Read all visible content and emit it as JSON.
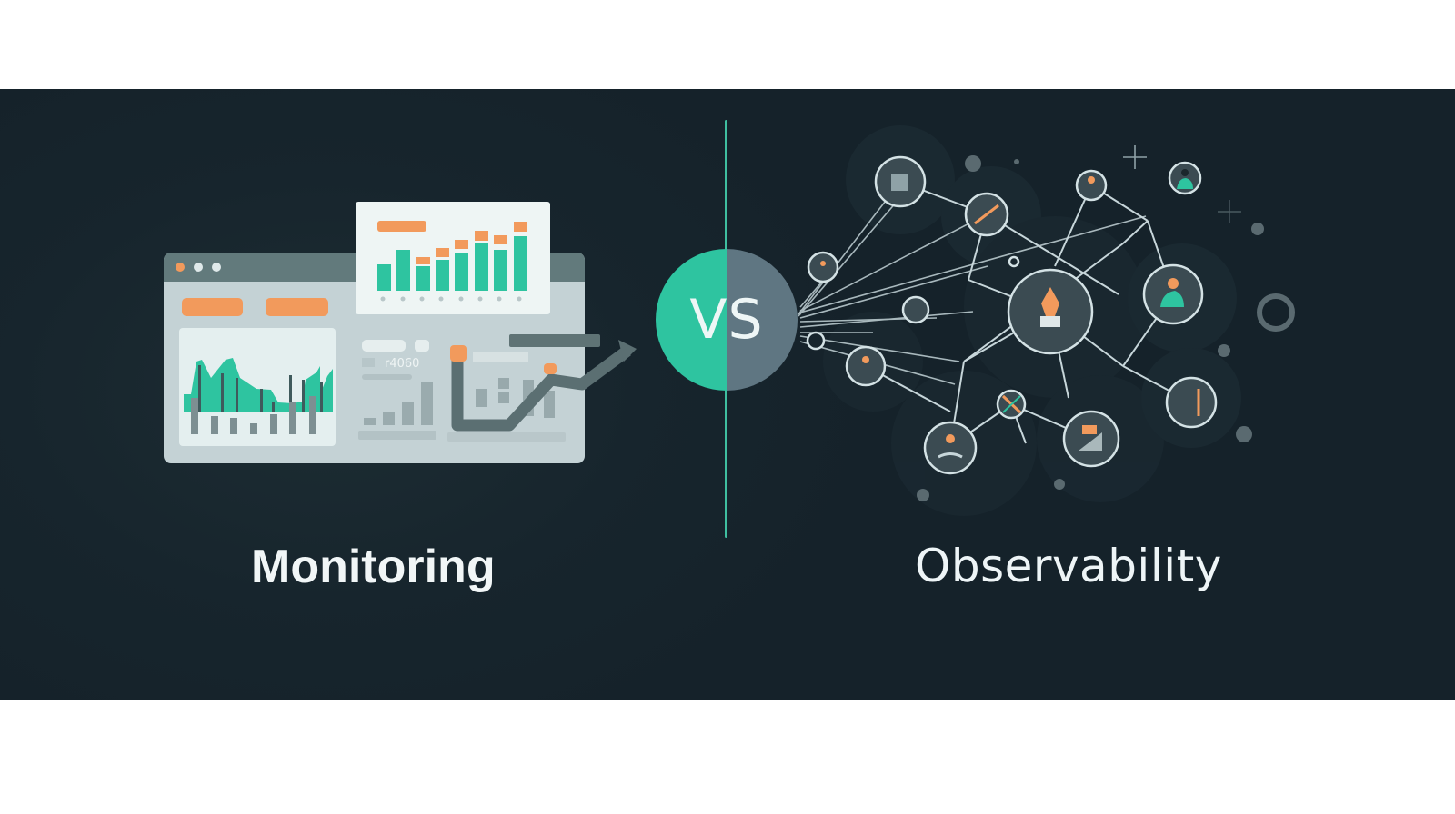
{
  "banner": {
    "left_title": "Monitoring",
    "right_title": "Observability",
    "vs_label": "VS",
    "dashboard_metric": "r4060",
    "colors": {
      "background": "#17252d",
      "accent_teal": "#2ec4a0",
      "accent_orange": "#f29a5c",
      "slate": "#5f7682",
      "panel_light": "#c9d6d9",
      "text": "#f1f6f7"
    },
    "icons": {
      "dashboard": "dashboard-window-icon",
      "bar_chart": "bar-chart-icon",
      "trend_arrow": "trend-up-arrow-icon",
      "network": "network-graph-icon",
      "vs": "versus-badge"
    }
  }
}
